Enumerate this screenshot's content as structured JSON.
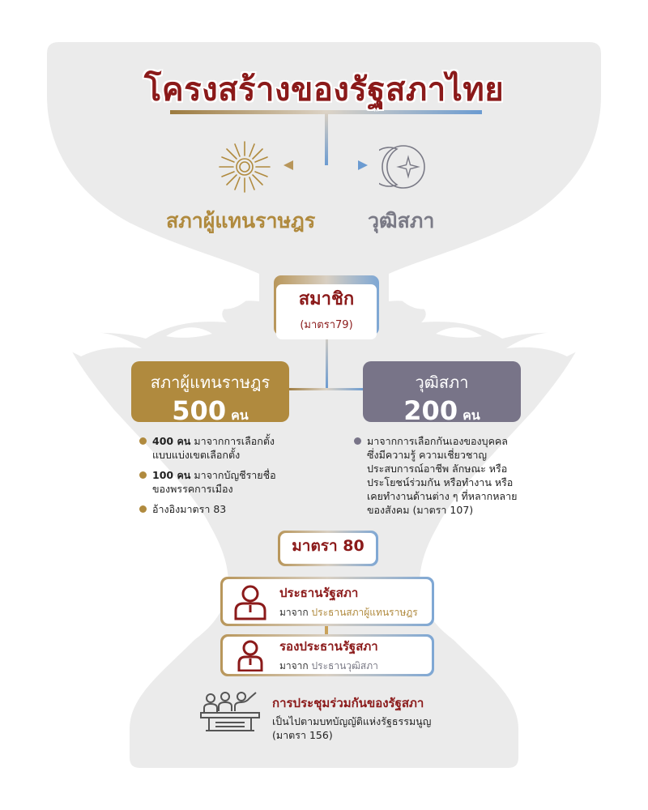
{
  "title": "โครงสร้างของรัฐสภาไทย",
  "chambers": {
    "house": {
      "label": "สภาผู้แทนราษฎร",
      "icon": "sun-icon",
      "color": "#b08a3e"
    },
    "senate": {
      "label": "วุฒิสภา",
      "icon": "moon-star-icon",
      "color": "#7a7a86"
    }
  },
  "members": {
    "title": "สมาชิก",
    "section": "(มาตรา79)"
  },
  "house_card": {
    "name": "สภาผู้แทนราษฎร",
    "count": "500",
    "unit": "คน",
    "color": "#b08a3e"
  },
  "senate_card": {
    "name": "วุฒิสภา",
    "count": "200",
    "unit": "คน",
    "color": "#787488"
  },
  "house_bullets": [
    {
      "bold": "400 คน",
      "text": " มาจากการเลือกตั้ง",
      "text2": "แบบแบ่งเขตเลือกตั้ง"
    },
    {
      "bold": "100 คน",
      "text": " มาจากบัญชีรายชื่อ",
      "text2": "ของพรรคการเมือง"
    },
    {
      "bold": "",
      "text": "อ้างอิงมาตรา 83",
      "text2": ""
    }
  ],
  "senate_bullet": {
    "lines": [
      "มาจากการเลือกกันเองของบุคคล",
      "ซึ่งมีความรู้ ความเชี่ยวชาญ",
      "ประสบการณ์อาชีพ ลักษณะ หรือ",
      "ประโยชน์ร่วมกัน หรือทำงาน หรือ",
      "เคยทำงานด้านต่าง ๆ ที่หลากหลาย",
      "ของสังคม (มาตรา 107)"
    ]
  },
  "section80": "มาตรา 80",
  "president": {
    "title": "ประธานรัฐสภา",
    "from": "มาจาก",
    "source": "ประธานสภาผู้แทนราษฎร",
    "icon": "person-icon"
  },
  "vice_president": {
    "title": "รองประธานรัฐสภา",
    "from": "มาจาก",
    "source": "ประธานวุฒิสภา",
    "icon": "person-icon"
  },
  "joint_meeting": {
    "title": "การประชุมร่วมกันของรัฐสภา",
    "line1": "เป็นไปตามบทบัญญัติแห่งรัฐธรรมนูญ",
    "line2": "(มาตรา 156)",
    "icon": "meeting-podium-icon"
  },
  "colors": {
    "accent": "#8b1a1a",
    "gold": "#b08a3e",
    "slate": "#787488",
    "background_shape": "#ebebeb"
  }
}
